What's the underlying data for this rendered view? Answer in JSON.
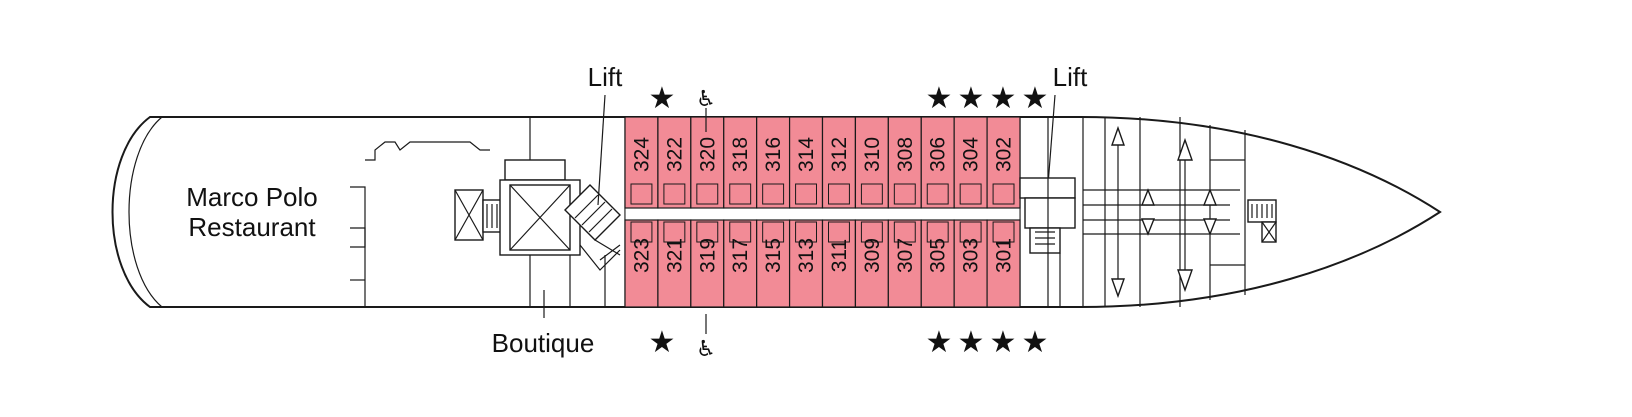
{
  "labels": {
    "restaurant_line1": "Marco Polo",
    "restaurant_line2": "Restaurant",
    "boutique": "Boutique",
    "lift_left": "Lift",
    "lift_right": "Lift"
  },
  "cabins_top": [
    "324",
    "322",
    "320",
    "318",
    "316",
    "314",
    "312",
    "310",
    "308",
    "306",
    "304",
    "302"
  ],
  "cabins_bottom": [
    "323",
    "321",
    "319",
    "317",
    "315",
    "313",
    "311",
    "309",
    "307",
    "305",
    "303",
    "301"
  ],
  "symbols": {
    "star": "★",
    "wheelchair": "♿",
    "star_icon": "star-icon",
    "wheelchair_icon": "wheelchair-icon"
  },
  "colors": {
    "cabin_fill": "#f28b96",
    "line": "#1a1a1a",
    "background": "#ffffff"
  }
}
